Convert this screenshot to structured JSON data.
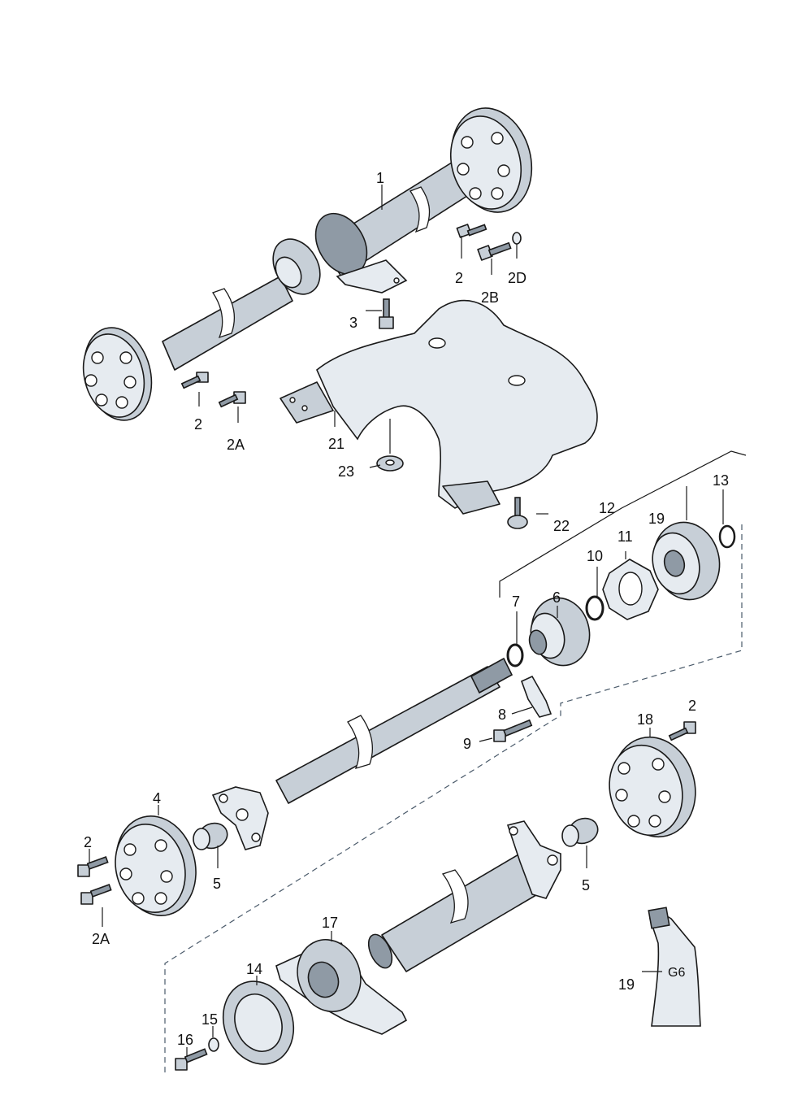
{
  "labels": {
    "l1": "1",
    "l2_top": "2",
    "l2b": "2B",
    "l2d": "2D",
    "l3": "3",
    "l2_left": "2",
    "l2a_left": "2A",
    "l21": "21",
    "l23": "23",
    "l22": "22",
    "l12": "12",
    "l13": "13",
    "l19_bearing": "19",
    "l11": "11",
    "l10": "10",
    "l6": "6",
    "l7": "7",
    "l8": "8",
    "l9": "9",
    "l2_right": "2",
    "l18": "18",
    "l4": "4",
    "l2_low": "2",
    "l5_left": "5",
    "l2a_low": "2A",
    "l5_right": "5",
    "l17": "17",
    "l14": "14",
    "l15": "15",
    "l16": "16",
    "l19_grease": "19"
  },
  "grease_tube_text": "G6"
}
